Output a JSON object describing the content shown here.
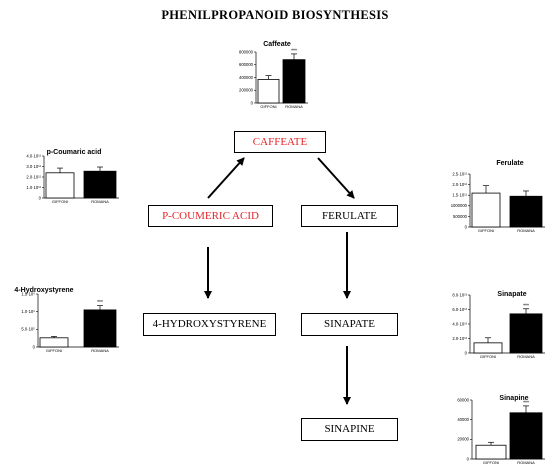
{
  "title": "PHENILPROPANOID BIOSYNTHESIS",
  "nodes": {
    "caffeate": "CAFFEATE",
    "p_coumeric": "P-COUMERIC ACID",
    "ferulate": "FERULATE",
    "hydroxystyrene": "4-HYDROXYSTYRENE",
    "sinapate": "SINAPATE",
    "sinapine": "SINAPINE"
  },
  "colors": {
    "red_node": "#e3262a",
    "bar_black": "#000000",
    "bar_white": "#ffffff"
  },
  "chart_data": [
    {
      "id": "caffeate",
      "type": "bar",
      "title": "Caffeate",
      "categories": [
        "GIFFONI",
        "ROMANA"
      ],
      "values": [
        370000,
        680000
      ],
      "errors": [
        60000,
        90000
      ],
      "ylim": [
        0,
        800000
      ],
      "ticks": [
        0,
        200000,
        400000,
        600000,
        800000
      ],
      "tick_labels": [
        "0",
        "200000",
        "400000",
        "600000",
        "800000"
      ],
      "annotations": [
        "",
        "***"
      ]
    },
    {
      "id": "p-coumaric",
      "type": "bar",
      "title": "p-Coumaric acid",
      "categories": [
        "GIFFONI",
        "ROMANA"
      ],
      "values": [
        2.4,
        2.55
      ],
      "errors": [
        0.45,
        0.4
      ],
      "ylim": [
        0,
        4
      ],
      "ticks": [
        0,
        1,
        2,
        3,
        4
      ],
      "tick_labels": [
        "0",
        "1.0·10¹²",
        "2.0·10¹²",
        "3.0·10¹²",
        "4.0·10¹²"
      ],
      "annotations": [
        "",
        ""
      ]
    },
    {
      "id": "ferulate",
      "type": "bar",
      "title": "Ferulate",
      "categories": [
        "GIFFONI",
        "ROMANA"
      ],
      "values": [
        1.6,
        1.45
      ],
      "errors": [
        0.35,
        0.25
      ],
      "ylim": [
        0,
        2.5
      ],
      "ticks": [
        0,
        0.5,
        1.0,
        1.5,
        2.0,
        2.5
      ],
      "tick_labels": [
        "0",
        "500000",
        "1000000",
        "1.5·10¹²",
        "2.0·10¹²",
        "2.5·10¹²"
      ],
      "annotations": [
        "",
        ""
      ]
    },
    {
      "id": "4-hydroxystyrene",
      "type": "bar",
      "title": "4-Hydroxystyrene",
      "categories": [
        "GIFFONI",
        "ROMANA"
      ],
      "values": [
        2.6,
        10.5
      ],
      "errors": [
        0.4,
        1.2
      ],
      "ylim": [
        0,
        15
      ],
      "ticks": [
        0,
        5,
        10,
        15
      ],
      "tick_labels": [
        "0",
        "5.0·10⁵",
        "1.0·10⁶",
        "1.5·10⁶"
      ],
      "annotations": [
        "",
        "***"
      ]
    },
    {
      "id": "sinapate",
      "type": "bar",
      "title": "Sinapate",
      "categories": [
        "GIFFONI",
        "ROMANA"
      ],
      "values": [
        1.4,
        5.4
      ],
      "errors": [
        0.7,
        0.7
      ],
      "ylim": [
        0,
        8
      ],
      "ticks": [
        0,
        2,
        4,
        6,
        8
      ],
      "tick_labels": [
        "0",
        "2.0·10¹³",
        "4.0·10¹³",
        "6.0·10¹³",
        "8.0·10¹³"
      ],
      "annotations": [
        "",
        "***"
      ]
    },
    {
      "id": "sinapine",
      "type": "bar",
      "title": "Sinapine",
      "categories": [
        "GIFFONI",
        "ROMANA"
      ],
      "values": [
        14000,
        47000
      ],
      "errors": [
        3000,
        7000
      ],
      "ylim": [
        0,
        60000
      ],
      "ticks": [
        0,
        20000,
        40000,
        60000
      ],
      "tick_labels": [
        "0",
        "20000",
        "40000",
        "60000"
      ],
      "annotations": [
        "",
        "***"
      ]
    }
  ]
}
